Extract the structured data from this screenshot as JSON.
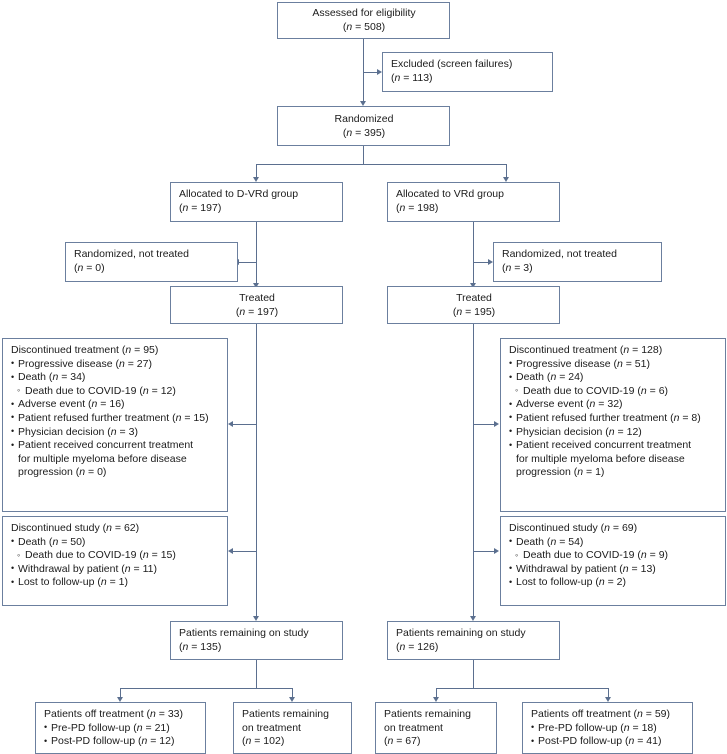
{
  "diagram": {
    "type": "consort-flow-diagram",
    "colors": {
      "border": "#6b7f9e",
      "connector": "#5b6f8f",
      "background": "#ffffff",
      "text": "#1b1b1b"
    },
    "nodes": {
      "assessed": {
        "label": "Assessed for eligibility",
        "count": "(n = 508)"
      },
      "excluded": {
        "label": "Excluded (screen failures)",
        "count": "(n = 113)"
      },
      "randomized": {
        "label": "Randomized",
        "count": "(n = 395)"
      },
      "allocated_left": {
        "label": "Allocated to D-VRd group",
        "count": "(n = 197)"
      },
      "allocated_right": {
        "label": "Allocated to VRd group",
        "count": "(n = 198)"
      },
      "not_treated_left": {
        "label": "Randomized, not treated",
        "count": "(n = 0)"
      },
      "not_treated_right": {
        "label": "Randomized, not treated",
        "count": "(n = 3)"
      },
      "treated_left": {
        "label": "Treated",
        "count": "(n = 197)"
      },
      "treated_right": {
        "label": "Treated",
        "count": "(n = 195)"
      },
      "disc_treatment_left": {
        "header": "Discontinued treatment (n = 95)",
        "items": [
          "Progressive disease (n = 27)",
          "Death (n = 34)",
          "Adverse event (n = 16)",
          "Patient refused further treatment (n = 15)",
          "Physician decision (n = 3)"
        ],
        "sub_item": "Death due to COVID-19 (n = 12)",
        "last_item_line1": "Patient received concurrent treatment",
        "last_item_line2": "for multiple myeloma before disease",
        "last_item_line3": "progression (n = 0)"
      },
      "disc_treatment_right": {
        "header": "Discontinued treatment (n = 128)",
        "items": [
          "Progressive disease (n = 51)",
          "Death (n = 24)",
          "Adverse event (n = 32)",
          "Patient refused further treatment (n = 8)",
          "Physician decision (n = 12)"
        ],
        "sub_item": "Death due to COVID-19 (n = 6)",
        "last_item_line1": "Patient received concurrent treatment",
        "last_item_line2": "for multiple myeloma before disease",
        "last_item_line3": "progression (n = 1)"
      },
      "disc_study_left": {
        "header": "Discontinued study (n = 62)",
        "item_death": "Death (n = 50)",
        "sub_item": "Death due to COVID-19 (n = 15)",
        "item_withdrawal": "Withdrawal by patient (n = 11)",
        "item_lost": "Lost to follow-up (n = 1)"
      },
      "disc_study_right": {
        "header": "Discontinued study (n = 69)",
        "item_death": "Death (n = 54)",
        "sub_item": "Death due to COVID-19 (n = 9)",
        "item_withdrawal": "Withdrawal by patient (n = 13)",
        "item_lost": "Lost to follow-up (n = 2)"
      },
      "remaining_study_left": {
        "label": "Patients remaining on study",
        "count": "(n = 135)"
      },
      "remaining_study_right": {
        "label": "Patients remaining on study",
        "count": "(n = 126)"
      },
      "off_treatment_left": {
        "header": "Patients off treatment (n = 33)",
        "item_pre": "Pre-PD follow-up (n = 21)",
        "item_post": "Post-PD follow-up (n = 12)"
      },
      "on_treatment_left": {
        "label_line1": "Patients remaining",
        "label_line2": "on treatment",
        "count": "(n = 102)"
      },
      "on_treatment_right": {
        "label_line1": "Patients remaining",
        "label_line2": "on treatment",
        "count": "(n = 67)"
      },
      "off_treatment_right": {
        "header": "Patients off treatment (n = 59)",
        "item_pre": "Pre-PD follow-up (n = 18)",
        "item_post": "Post-PD follow-up (n = 41)"
      }
    }
  }
}
